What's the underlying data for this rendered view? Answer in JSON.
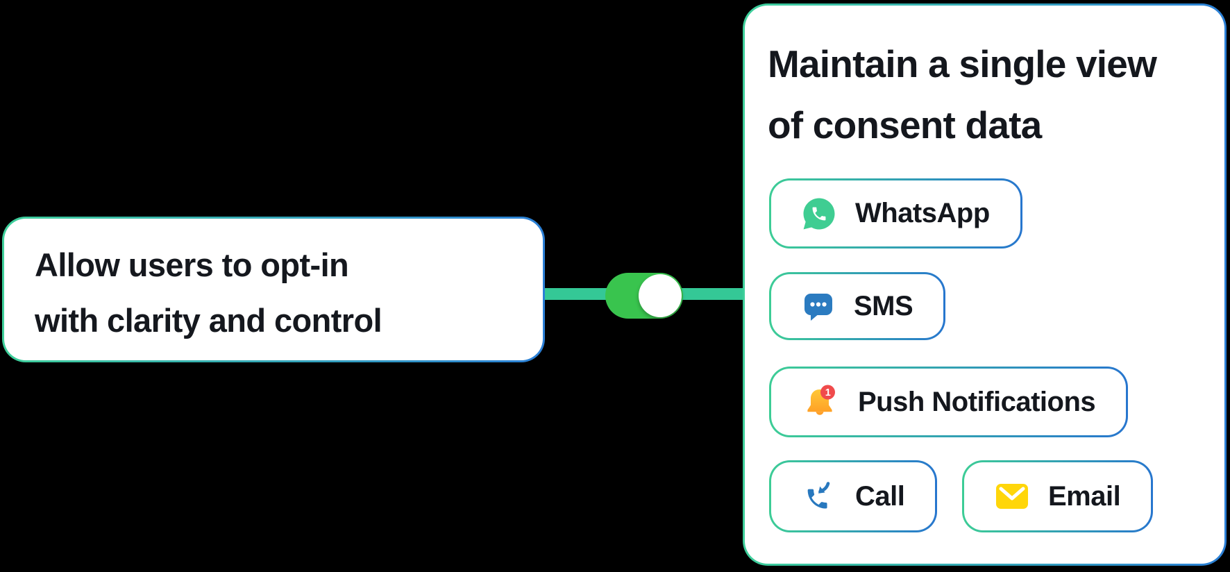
{
  "background_color": "#000000",
  "left_card": {
    "text_lines": [
      "Allow users to opt-in",
      "with clarity and control"
    ]
  },
  "connector": {
    "color": "#34C896"
  },
  "toggle": {
    "state": "on",
    "track_color": "#39C44E",
    "knob_color": "#FFFFFF"
  },
  "right_card": {
    "heading_lines": [
      "Maintain a single view",
      "of consent data"
    ],
    "channels": [
      {
        "label": "WhatsApp",
        "icon": "whatsapp-icon",
        "icon_color": "#3FCD92"
      },
      {
        "label": "SMS",
        "icon": "sms-icon",
        "icon_color": "#2B7BC0"
      },
      {
        "label": "Push Notifications",
        "icon": "push-notifications-icon",
        "icon_color": "#FFC02E",
        "badge": "1",
        "badge_color": "#F04B4C"
      },
      {
        "label": "Call",
        "icon": "call-icon",
        "icon_color": "#2878BE"
      },
      {
        "label": "Email",
        "icon": "email-icon",
        "icon_color": "#FFD60A"
      }
    ]
  },
  "colors": {
    "border_gradient_start": "#3ECF9A",
    "border_gradient_end": "#2B7FD6",
    "heading_text": "#14171D",
    "card_background": "#FFFFFF"
  }
}
